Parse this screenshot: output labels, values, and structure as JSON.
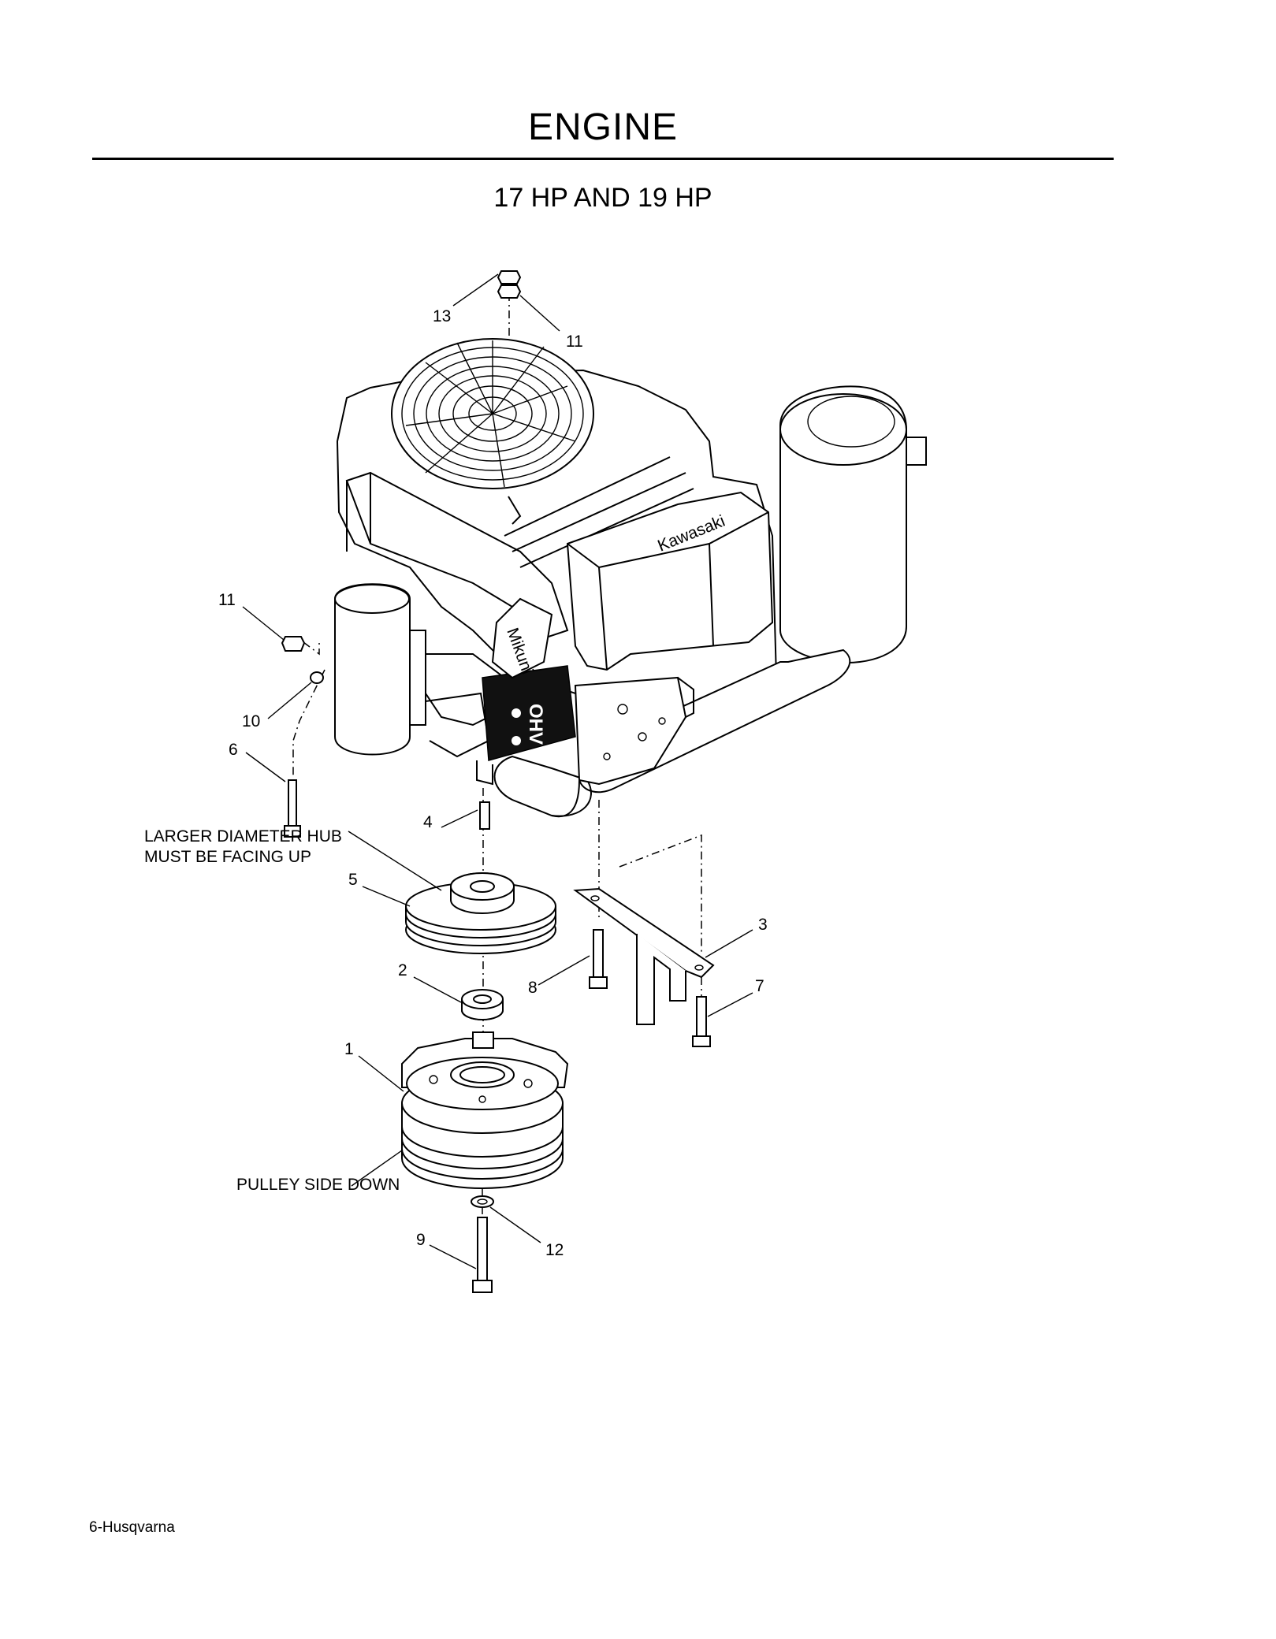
{
  "title": "ENGINE",
  "subtitle": "17 HP AND 19 HP",
  "footer": "6-Husqvarna",
  "engine_labels": {
    "brand": "Kawasaki",
    "carburetor": "Mikuni",
    "ohv": "OHV"
  },
  "notes": {
    "hub_line1": "LARGER DIAMETER HUB",
    "hub_line2": "MUST BE FACING UP",
    "pulley": "PULLEY SIDE DOWN"
  },
  "callouts": {
    "c1": "1",
    "c2": "2",
    "c3": "3",
    "c4": "4",
    "c5": "5",
    "c6": "6",
    "c7": "7",
    "c8": "8",
    "c9": "9",
    "c10": "10",
    "c11_top": "11",
    "c11_left": "11",
    "c12": "12",
    "c13": "13"
  }
}
